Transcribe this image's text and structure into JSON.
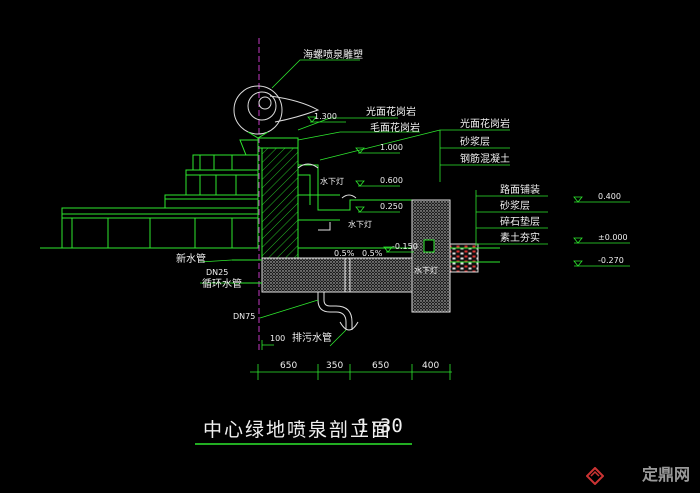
{
  "labels": {
    "sculpture": "海螺喷泉雕塑",
    "polished_granite_1": "光面花岗岩",
    "rough_granite": "毛面花岗岩",
    "polished_granite_2": "光面花岗岩",
    "mortar_1": "砂浆层",
    "rc_concrete": "钢筋混凝土",
    "road_paving": "路面铺装",
    "mortar_2": "砂浆层",
    "gravel": "碎石垫层",
    "compacted_soil": "素土夯实",
    "new_pipe": "新水管",
    "dn25": "DN25",
    "circ_pipe": "循环水管",
    "dn75": "DN75",
    "drain_pipe": "排污水管"
  },
  "elevations": {
    "e1300": "1.300",
    "e1000": "1.000",
    "e0600": "0.600",
    "e0250": "0.250",
    "e_neg0150": "-0.150",
    "r0400": "0.400",
    "r0000": "±0.000",
    "r_neg0270": "-0.270"
  },
  "water_level_tags": [
    "水下灯",
    "水下灯",
    "水下灯"
  ],
  "slopes": [
    "0.5%",
    "0.5%"
  ],
  "dimensions": [
    "650",
    "350",
    "650",
    "400"
  ],
  "dim_100": "100",
  "title": "中心绿地喷泉剖立面",
  "scale": "1:30",
  "watermark": "定鼎网",
  "colors": {
    "background": "#000000",
    "linework": "#2ee82e",
    "text": "#f0f0f0",
    "hatch": "#2ee82e",
    "concrete": "#cfcfcf",
    "axis": "#c23ac2"
  }
}
